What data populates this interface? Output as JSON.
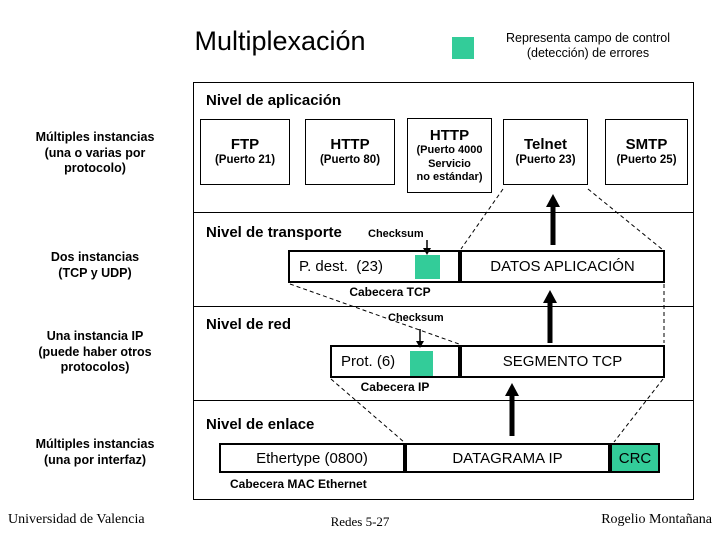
{
  "slide": {
    "title": "Multiplexación",
    "legend_text": "Representa campo de control\n(detección) de errores",
    "colors": {
      "control_field": "#33cc99",
      "line": "#000000"
    },
    "footer": {
      "left": "Universidad de Valencia",
      "center": "Redes 5-27",
      "right": "Rogelio Montañana"
    }
  },
  "left_labels": [
    {
      "text": "Múltiples instancias\n(una o varias por\nprotocolo)"
    },
    {
      "text": "Dos instancias\n(TCP y UDP)"
    },
    {
      "text": "Una instancia IP\n(puede haber otros\nprotocolos)"
    },
    {
      "text": "Múltiples instancias\n(una por interfaz)"
    }
  ],
  "application": {
    "header": "Nivel de aplicación",
    "protocols": [
      {
        "name": "FTP",
        "detail": "(Puerto 21)"
      },
      {
        "name": "HTTP",
        "detail": "(Puerto 80)"
      },
      {
        "name": "HTTP",
        "detail": "(Puerto 4000\nServicio\nno estándar)"
      },
      {
        "name": "Telnet",
        "detail": "(Puerto 23)"
      },
      {
        "name": "SMTP",
        "detail": "(Puerto 25)"
      }
    ]
  },
  "transport": {
    "header": "Nivel de transporte",
    "checksum_label": "Checksum",
    "header_field": "P. dest.  (23)",
    "payload": "DATOS APLICACIÓN",
    "caption": "Cabecera TCP"
  },
  "network": {
    "header": "Nivel de red",
    "checksum_label": "Checksum",
    "header_field": "Prot. (6)",
    "payload": "SEGMENTO TCP",
    "caption": "Cabecera IP"
  },
  "link": {
    "header": "Nivel de enlace",
    "ethertype": "Ethertype (0800)",
    "payload": "DATAGRAMA IP",
    "crc": "CRC",
    "caption": "Cabecera MAC Ethernet"
  }
}
